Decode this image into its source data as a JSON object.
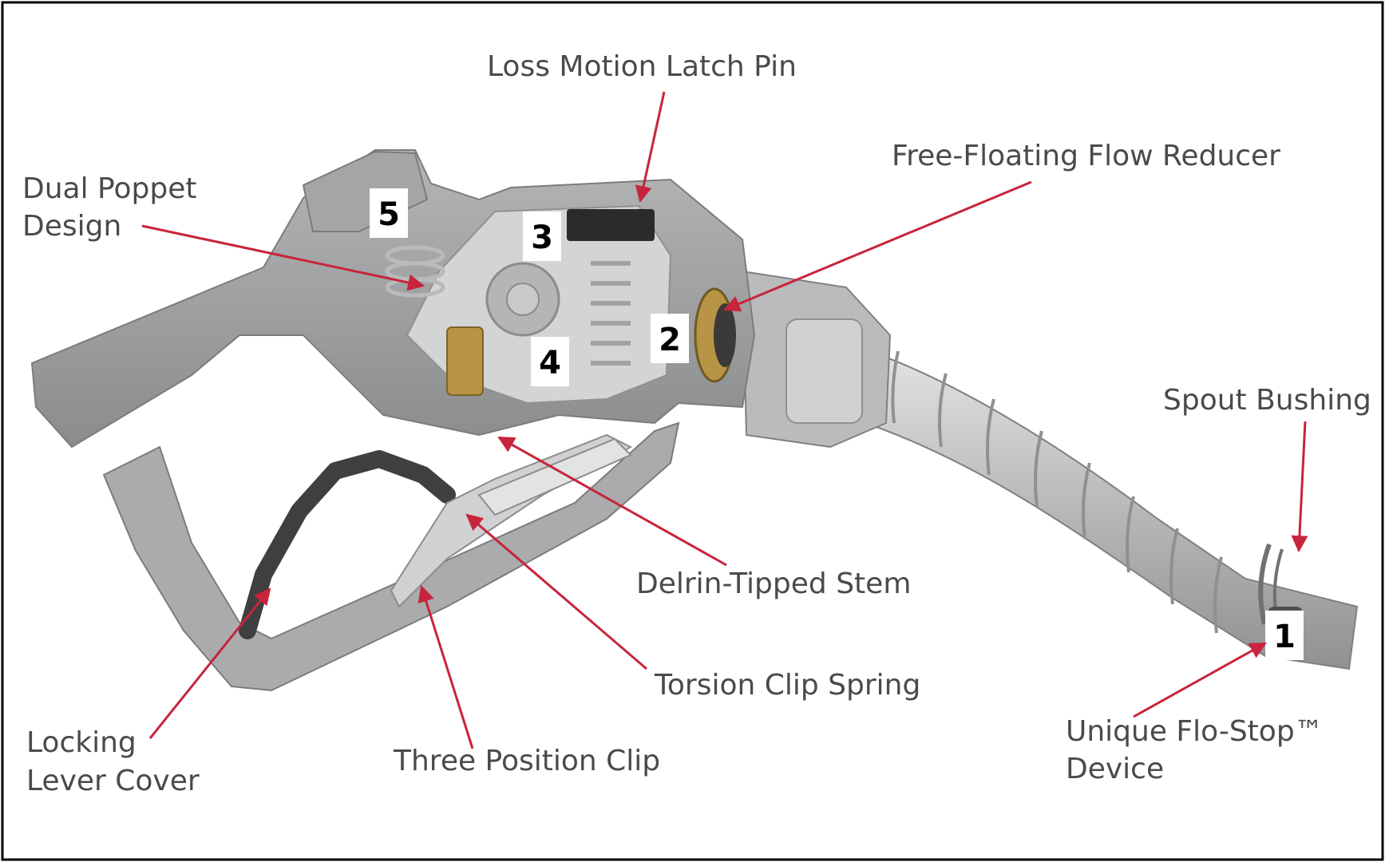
{
  "colors": {
    "border": "#000000",
    "leader": "#c8243c",
    "label_text": "#4a4a4a",
    "metal_dark": "#8c8e8f",
    "metal_mid": "#a8aaab",
    "metal_light": "#c9cbcc",
    "hose_cover": "#3f3f3f",
    "brass": "#b89446"
  },
  "labels": {
    "loss_motion_latch_pin": "Loss Motion Latch Pin",
    "free_floating_flow_reducer": "Free-Floating Flow Reducer",
    "dual_poppet_line1": "Dual Poppet",
    "dual_poppet_line2": "Design",
    "spout_bushing": "Spout Bushing",
    "delrin_tipped_stem": "Delrin-Tipped Stem",
    "torsion_clip_spring": "Torsion Clip Spring",
    "locking_line1": "Locking",
    "locking_line2": "Lever Cover",
    "three_position_clip": "Three Position Clip",
    "flo_stop_line1": "Unique Flo-Stop™",
    "flo_stop_line2": "Device"
  },
  "markers": {
    "m1": "1",
    "m2": "2",
    "m3": "3",
    "m4": "4",
    "m5": "5"
  }
}
